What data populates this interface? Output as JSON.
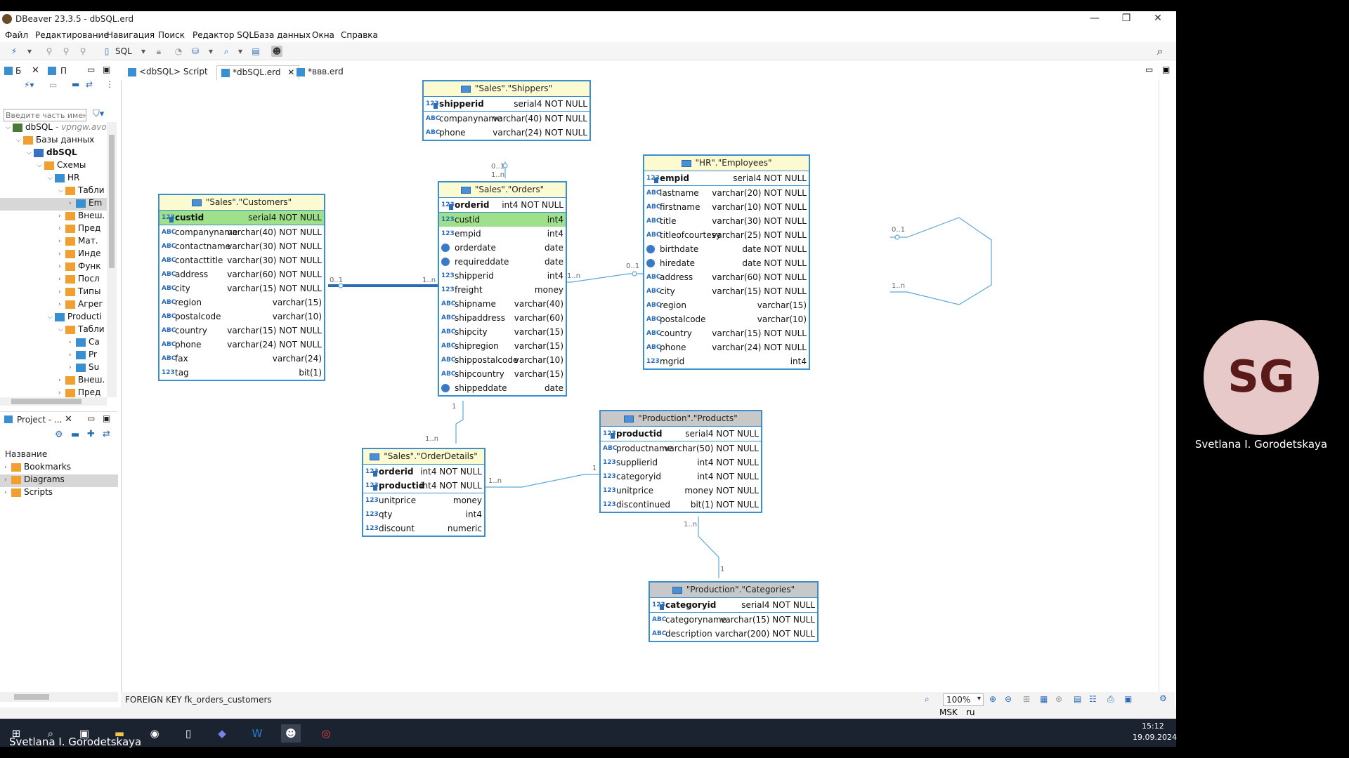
{
  "window": {
    "title": "DBeaver 23.3.5 - dbSQL.erd",
    "controls": [
      "—",
      "❐",
      "✕"
    ]
  },
  "menu": [
    "Файл",
    "Редактирование",
    "Навигация",
    "Поиск",
    "Редактор SQL",
    "База данных",
    "Окна",
    "Справка"
  ],
  "toolbar": {
    "sql_label": "SQL"
  },
  "navigator": {
    "tab_db": "Б",
    "tab_project_short": "П",
    "filter_placeholder": "Введите часть имени",
    "tree": [
      {
        "label": "dbSQL",
        "suffix": "- vpngw.avo",
        "level": 0,
        "open": true,
        "icon": "db-conn"
      },
      {
        "label": "Базы данных",
        "level": 1,
        "open": true,
        "icon": "folder"
      },
      {
        "label": "dbSQL",
        "level": 2,
        "open": true,
        "icon": "database",
        "bold": true
      },
      {
        "label": "Схемы",
        "level": 3,
        "open": true,
        "icon": "folder"
      },
      {
        "label": "HR",
        "level": 4,
        "open": true,
        "icon": "schema"
      },
      {
        "label": "Табли",
        "level": 5,
        "open": true,
        "icon": "folder"
      },
      {
        "label": "Em",
        "level": 6,
        "open": false,
        "icon": "table",
        "selected": true
      },
      {
        "label": "Внеш.",
        "level": 5,
        "open": false,
        "icon": "folder"
      },
      {
        "label": "Пред",
        "level": 5,
        "open": false,
        "icon": "folder"
      },
      {
        "label": "Мат.",
        "level": 5,
        "open": false,
        "icon": "folder"
      },
      {
        "label": "Инде",
        "level": 5,
        "open": false,
        "icon": "folder"
      },
      {
        "label": "Функ",
        "level": 5,
        "open": false,
        "icon": "folder"
      },
      {
        "label": "Посл",
        "level": 5,
        "open": false,
        "icon": "folder"
      },
      {
        "label": "Типы",
        "level": 5,
        "open": false,
        "icon": "folder"
      },
      {
        "label": "Агрег",
        "level": 5,
        "open": false,
        "icon": "folder"
      },
      {
        "label": "Producti",
        "level": 4,
        "open": true,
        "icon": "schema"
      },
      {
        "label": "Табли",
        "level": 5,
        "open": true,
        "icon": "folder"
      },
      {
        "label": "Ca",
        "level": 6,
        "open": false,
        "icon": "table"
      },
      {
        "label": "Pr",
        "level": 6,
        "open": false,
        "icon": "table"
      },
      {
        "label": "Su",
        "level": 6,
        "open": false,
        "icon": "table"
      },
      {
        "label": "Внеш.",
        "level": 5,
        "open": false,
        "icon": "folder"
      },
      {
        "label": "Пред",
        "level": 5,
        "open": false,
        "icon": "folder"
      }
    ]
  },
  "project": {
    "tab": "Project - ...",
    "column_header": "Название",
    "items": [
      {
        "label": "Bookmarks",
        "selected": false
      },
      {
        "label": "Diagrams",
        "selected": true
      },
      {
        "label": "Scripts",
        "selected": false
      }
    ]
  },
  "editor_tabs": [
    {
      "label": "<dbSQL> Script",
      "active": false
    },
    {
      "label": "*dbSQL.erd",
      "active": true,
      "close": "✕"
    },
    {
      "label": "*ввв.erd",
      "active": false
    }
  ],
  "entities": [
    {
      "id": "shippers",
      "title": "\"Sales\".\"Shippers\"",
      "type": "sales",
      "keys": [
        {
          "name": "shipperid",
          "type": "serial4 NOT NULL",
          "icon": "123"
        }
      ],
      "cols": [
        {
          "name": "companyname",
          "type": "varchar(40) NOT NULL",
          "icon": "ABC"
        },
        {
          "name": "phone",
          "type": "varchar(24) NOT NULL",
          "icon": "ABC"
        }
      ]
    },
    {
      "id": "customers",
      "title": "\"Sales\".\"Customers\"",
      "type": "sales",
      "keys": [
        {
          "name": "custid",
          "type": "serial4 NOT NULL",
          "icon": "123",
          "hl": true
        }
      ],
      "cols": [
        {
          "name": "companyname",
          "type": "varchar(40) NOT NULL",
          "icon": "ABC"
        },
        {
          "name": "contactname",
          "type": "varchar(30) NOT NULL",
          "icon": "ABC"
        },
        {
          "name": "contacttitle",
          "type": "varchar(30) NOT NULL",
          "icon": "ABC"
        },
        {
          "name": "address",
          "type": "varchar(60) NOT NULL",
          "icon": "ABC"
        },
        {
          "name": "city",
          "type": "varchar(15) NOT NULL",
          "icon": "ABC"
        },
        {
          "name": "region",
          "type": "varchar(15)",
          "icon": "ABC"
        },
        {
          "name": "postalcode",
          "type": "varchar(10)",
          "icon": "ABC"
        },
        {
          "name": "country",
          "type": "varchar(15) NOT NULL",
          "icon": "ABC"
        },
        {
          "name": "phone",
          "type": "varchar(24) NOT NULL",
          "icon": "ABC"
        },
        {
          "name": "fax",
          "type": "varchar(24)",
          "icon": "ABC"
        },
        {
          "name": "tag",
          "type": "bit(1)",
          "icon": "123"
        }
      ]
    },
    {
      "id": "orders",
      "title": "\"Sales\".\"Orders\"",
      "type": "sales",
      "keys": [
        {
          "name": "orderid",
          "type": "int4 NOT NULL",
          "icon": "123"
        }
      ],
      "cols": [
        {
          "name": "custid",
          "type": "int4",
          "icon": "123",
          "hl": true
        },
        {
          "name": "empid",
          "type": "int4",
          "icon": "123"
        },
        {
          "name": "orderdate",
          "type": "date",
          "icon": "clock"
        },
        {
          "name": "requireddate",
          "type": "date",
          "icon": "clock"
        },
        {
          "name": "shipperid",
          "type": "int4",
          "icon": "123"
        },
        {
          "name": "freight",
          "type": "money",
          "icon": "123"
        },
        {
          "name": "shipname",
          "type": "varchar(40)",
          "icon": "ABC"
        },
        {
          "name": "shipaddress",
          "type": "varchar(60)",
          "icon": "ABC"
        },
        {
          "name": "shipcity",
          "type": "varchar(15)",
          "icon": "ABC"
        },
        {
          "name": "shipregion",
          "type": "varchar(15)",
          "icon": "ABC"
        },
        {
          "name": "shippostalcode",
          "type": "varchar(10)",
          "icon": "ABC"
        },
        {
          "name": "shipcountry",
          "type": "varchar(15)",
          "icon": "ABC"
        },
        {
          "name": "shippeddate",
          "type": "date",
          "icon": "clock"
        }
      ]
    },
    {
      "id": "employees",
      "title": "\"HR\".\"Employees\"",
      "type": "sales",
      "keys": [
        {
          "name": "empid",
          "type": "serial4 NOT NULL",
          "icon": "123"
        }
      ],
      "cols": [
        {
          "name": "lastname",
          "type": "varchar(20) NOT NULL",
          "icon": "ABC"
        },
        {
          "name": "firstname",
          "type": "varchar(10) NOT NULL",
          "icon": "ABC"
        },
        {
          "name": "title",
          "type": "varchar(30) NOT NULL",
          "icon": "ABC"
        },
        {
          "name": "titleofcourtesy",
          "type": "varchar(25) NOT NULL",
          "icon": "ABC"
        },
        {
          "name": "birthdate",
          "type": "date NOT NULL",
          "icon": "clock"
        },
        {
          "name": "hiredate",
          "type": "date NOT NULL",
          "icon": "clock"
        },
        {
          "name": "address",
          "type": "varchar(60) NOT NULL",
          "icon": "ABC"
        },
        {
          "name": "city",
          "type": "varchar(15) NOT NULL",
          "icon": "ABC"
        },
        {
          "name": "region",
          "type": "varchar(15)",
          "icon": "ABC"
        },
        {
          "name": "postalcode",
          "type": "varchar(10)",
          "icon": "ABC"
        },
        {
          "name": "country",
          "type": "varchar(15) NOT NULL",
          "icon": "ABC"
        },
        {
          "name": "phone",
          "type": "varchar(24) NOT NULL",
          "icon": "ABC"
        },
        {
          "name": "mgrid",
          "type": "int4",
          "icon": "123"
        }
      ]
    },
    {
      "id": "orderdetails",
      "title": "\"Sales\".\"OrderDetails\"",
      "type": "sales",
      "keys": [
        {
          "name": "orderid",
          "type": "int4 NOT NULL",
          "icon": "123"
        },
        {
          "name": "productid",
          "type": "int4 NOT NULL",
          "icon": "123"
        }
      ],
      "cols": [
        {
          "name": "unitprice",
          "type": "money",
          "icon": "123"
        },
        {
          "name": "qty",
          "type": "int4",
          "icon": "123"
        },
        {
          "name": "discount",
          "type": "numeric",
          "icon": "123"
        }
      ]
    },
    {
      "id": "products",
      "title": "\"Production\".\"Products\"",
      "type": "prod",
      "keys": [
        {
          "name": "productid",
          "type": "serial4 NOT NULL",
          "icon": "123"
        }
      ],
      "cols": [
        {
          "name": "productname",
          "type": "varchar(50) NOT NULL",
          "icon": "ABC"
        },
        {
          "name": "supplierid",
          "type": "int4 NOT NULL",
          "icon": "123"
        },
        {
          "name": "categoryid",
          "type": "int4 NOT NULL",
          "icon": "123"
        },
        {
          "name": "unitprice",
          "type": "money NOT NULL",
          "icon": "123"
        },
        {
          "name": "discontinued",
          "type": "bit(1) NOT NULL",
          "icon": "123"
        }
      ]
    },
    {
      "id": "categories",
      "title": "\"Production\".\"Categories\"",
      "type": "prod",
      "keys": [
        {
          "name": "categoryid",
          "type": "serial4 NOT NULL",
          "icon": "123"
        }
      ],
      "cols": [
        {
          "name": "categoryname",
          "type": "varchar(15) NOT NULL",
          "icon": "ABC"
        },
        {
          "name": "description",
          "type": "varchar(200) NOT NULL",
          "icon": "ABC"
        }
      ]
    }
  ],
  "relation_labels": {
    "shippers_orders": [
      "0..1",
      "1..n"
    ],
    "customers_orders": [
      "0..1",
      "1..n"
    ],
    "orders_employees": [
      "1..n",
      "0..1"
    ],
    "employees_self": [
      "0..1",
      "1..n"
    ],
    "orders_details": [
      "1",
      "1..n"
    ],
    "details_products": [
      "1..n",
      "1"
    ],
    "products_categories": [
      "1..n",
      "1"
    ]
  },
  "status": {
    "message": "FOREIGN KEY fk_orders_customers",
    "zoom": "100%",
    "timezone": "MSK",
    "locale": "ru"
  },
  "taskbar": {
    "time": "15:12",
    "date": "19.09.2024",
    "presenter_name": "Svetlana I. Gorodetskaya"
  },
  "participant": {
    "initials": "SG",
    "name": "Svetlana I. Gorodetskaya",
    "avatar_color": "#e8c9c9",
    "initials_color": "#5a1a1a"
  },
  "colors": {
    "entity_border": "#3a8fd0",
    "sales_header": "#fbfad0",
    "production_header": "#c8c8c8",
    "highlight": "#9fe08a"
  }
}
